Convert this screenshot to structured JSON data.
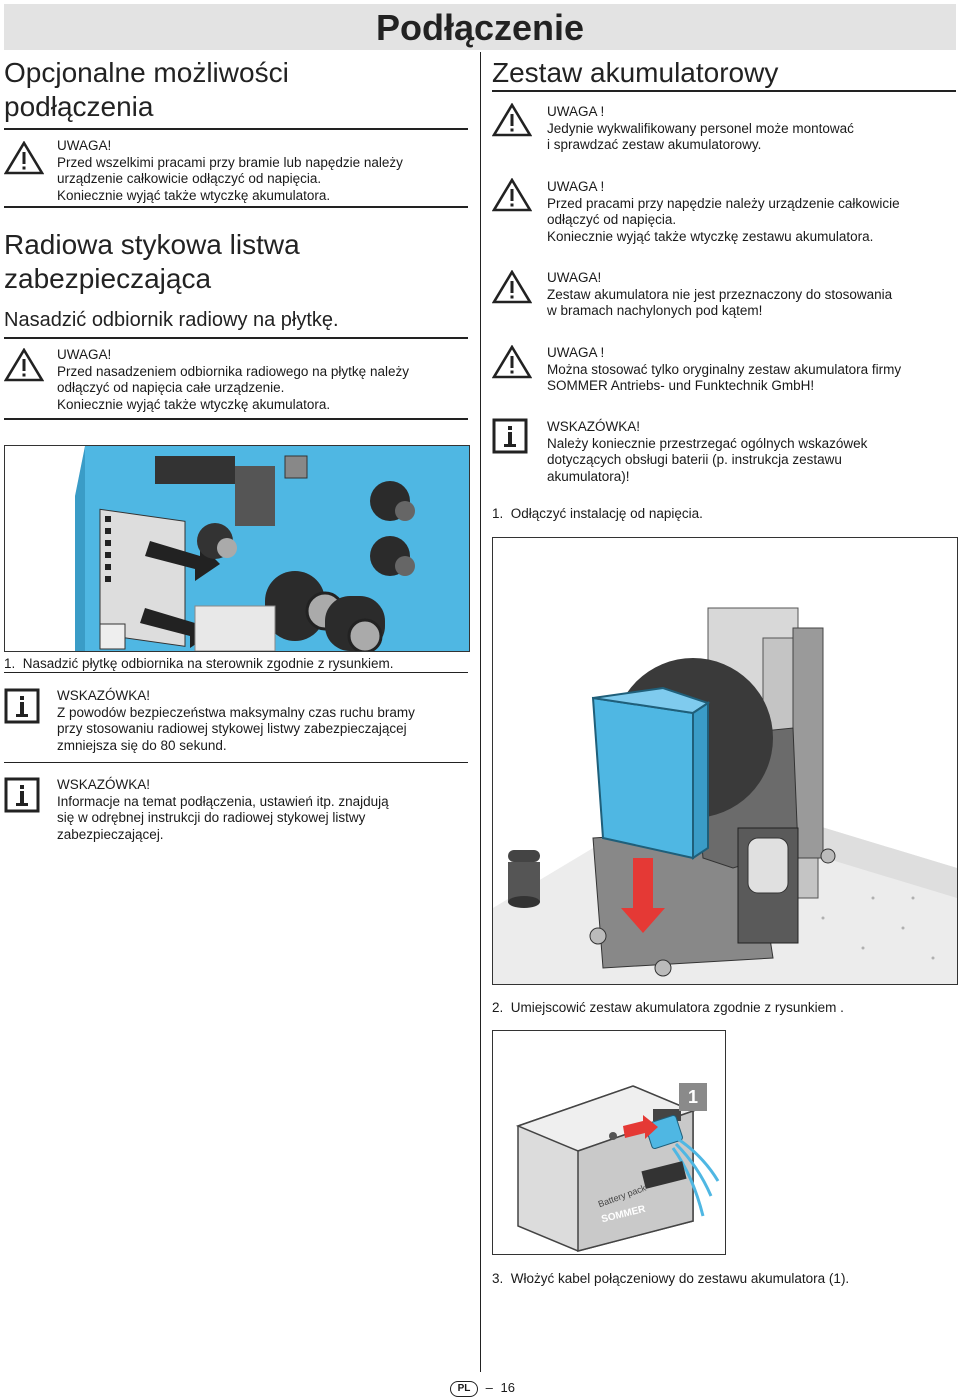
{
  "header": {
    "title": "Podłączenie"
  },
  "left": {
    "section1": {
      "title_line1": "Opcjonalne możliwości",
      "title_line2": "podłączenia",
      "warning": {
        "label": "UWAGA!",
        "lines": [
          "Przed wszelkimi pracami przy bramie lub napędzie należy",
          "urządzenie całkowicie odłączyć od napięcia.",
          "Koniecznie wyjąć także wtyczkę akumulatora."
        ]
      }
    },
    "section2": {
      "title_line1": "Radiowa stykowa listwa",
      "title_line2": "zabezpieczająca",
      "subtitle": "Nasadzić odbiornik radiowy na płytkę.",
      "warning": {
        "label": "UWAGA!",
        "lines": [
          "Przed nasadzeniem odbiornika radiowego na płytkę należy",
          "odłączyć od napięcia całe urządzenie.",
          "Koniecznie wyjąć także wtyczkę akumulatora."
        ]
      }
    },
    "step1": {
      "num": "1.",
      "text": "Nasadzić płytkę odbiornika na sterownik zgodnie z rysunkiem."
    },
    "hint1": {
      "label": "WSKAZÓWKA!",
      "lines": [
        "Z powodów bezpieczeństwa maksymalny czas ruchu bramy",
        "przy stosowaniu radiowej stykowej listwy zabezpieczającej",
        "zmniejsza się do 80 sekund."
      ]
    },
    "hint2": {
      "label": "WSKAZÓWKA!",
      "lines": [
        "Informacje na temat podłączenia, ustawień itp. znajdują",
        "się w odrębnej instrukcji do radiowej stykowej listwy",
        "zabezpieczającej."
      ]
    }
  },
  "right": {
    "title": "Zestaw akumulatorowy",
    "warnings": [
      {
        "label": "UWAGA !",
        "lines": [
          "Jedynie wykwalifikowany personel może montować",
          "i sprawdzać zestaw akumulatorowy."
        ]
      },
      {
        "label": "UWAGA !",
        "lines": [
          "Przed pracami przy napędzie należy urządzenie całkowicie",
          "odłączyć od napięcia.",
          "Koniecznie wyjąć także wtyczkę zestawu akumulatora."
        ]
      },
      {
        "label": "UWAGA!",
        "lines": [
          "Zestaw akumulatora nie jest przeznaczony do stosowania",
          "w bramach nachylonych pod kątem!"
        ]
      },
      {
        "label": "UWAGA !",
        "lines": [
          "Można stosować tylko oryginalny zestaw akumulatora firmy",
          "SOMMER Antriebs- und Funktechnik GmbH!"
        ]
      }
    ],
    "hint": {
      "label": "WSKAZÓWKA!",
      "lines": [
        "Należy koniecznie przestrzegać ogólnych wskazówek",
        "dotyczących obsługi baterii (p. instrukcja zestawu",
        "akumulatora)!"
      ]
    },
    "steps": [
      {
        "num": "1.",
        "text": "Odłączyć instalację od napięcia."
      },
      {
        "num": "2.",
        "text": "Umiejscowić zestaw akumulatora zgodnie z rysunkiem ."
      },
      {
        "num": "3.",
        "text": "Włożyć kabel połączeniowy do zestawu akumulatora (1)."
      }
    ],
    "figure3": {
      "callout": "1",
      "battery_label": "Battery pack",
      "brand": "SOMMER"
    }
  },
  "footer": {
    "lang": "PL",
    "page": "16"
  }
}
